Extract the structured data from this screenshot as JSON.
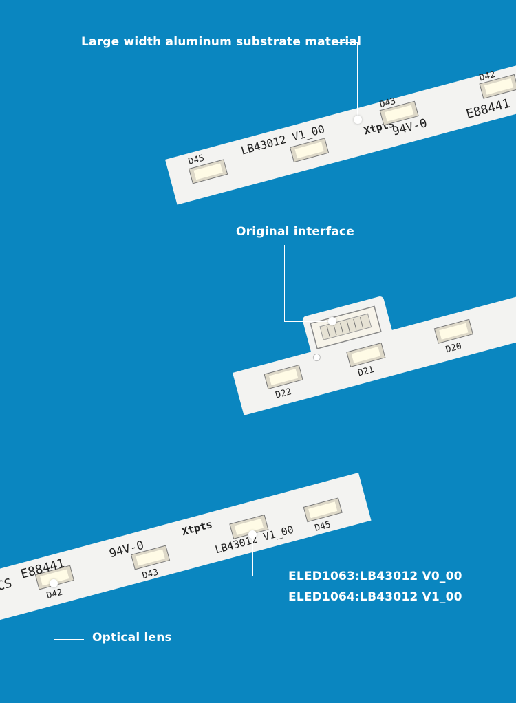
{
  "annotations": {
    "substrate": "Large width aluminum substrate material",
    "interface": "Original interface",
    "model_line_1": "ELED1063:LB43012 V0_00",
    "model_line_2": "ELED1064:LB43012 V1_00",
    "lens": "Optical lens"
  },
  "strip_markings": {
    "part_number": "LB43012 V1_00",
    "maker": "Xtpts",
    "rating": "94V-0",
    "cert": "E88441",
    "cs": "CS",
    "leds_top": [
      "D45",
      "D43",
      "D42"
    ],
    "leds_middle": [
      "D22",
      "D21",
      "D20"
    ],
    "leds_bottom": [
      "D45",
      "D43",
      "D42"
    ]
  },
  "colors": {
    "background": "#0a86c0",
    "strip": "#f3f3f1",
    "led": "#fffbe6",
    "annotation": "#ffffff"
  }
}
